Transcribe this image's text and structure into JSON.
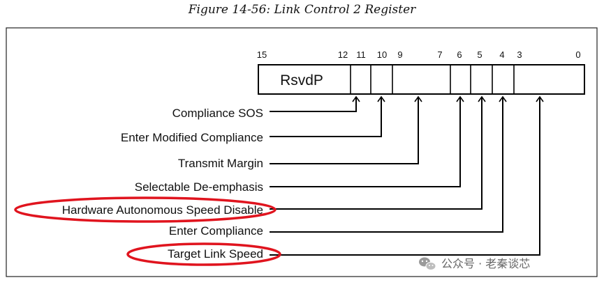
{
  "figure": {
    "caption": "Figure 14-56: Link Control 2 Register"
  },
  "register": {
    "bit_labels": [
      "15",
      "12",
      "11",
      "10",
      "9",
      "7",
      "6",
      "5",
      "4",
      "3",
      "0"
    ],
    "reserved_label": "RsvdP",
    "fields": [
      {
        "name": "Compliance SOS",
        "bits": "11",
        "highlighted": false
      },
      {
        "name": "Enter Modified Compliance",
        "bits": "10",
        "highlighted": false
      },
      {
        "name": "Transmit Margin",
        "bits": "9:7",
        "highlighted": false
      },
      {
        "name": "Selectable De-emphasis",
        "bits": "6",
        "highlighted": false
      },
      {
        "name": "Hardware Autonomous Speed Disable",
        "bits": "5",
        "highlighted": true
      },
      {
        "name": "Enter Compliance",
        "bits": "4",
        "highlighted": false
      },
      {
        "name": "Target Link Speed",
        "bits": "3:0",
        "highlighted": true
      }
    ]
  },
  "watermark": {
    "text": "公众号 · 老秦谈芯",
    "icon": "wechat-icon"
  },
  "colors": {
    "highlight": "#e0141e",
    "line": "#000000",
    "register_bg": "#ffffff",
    "frame_bg": "#ffffff"
  }
}
